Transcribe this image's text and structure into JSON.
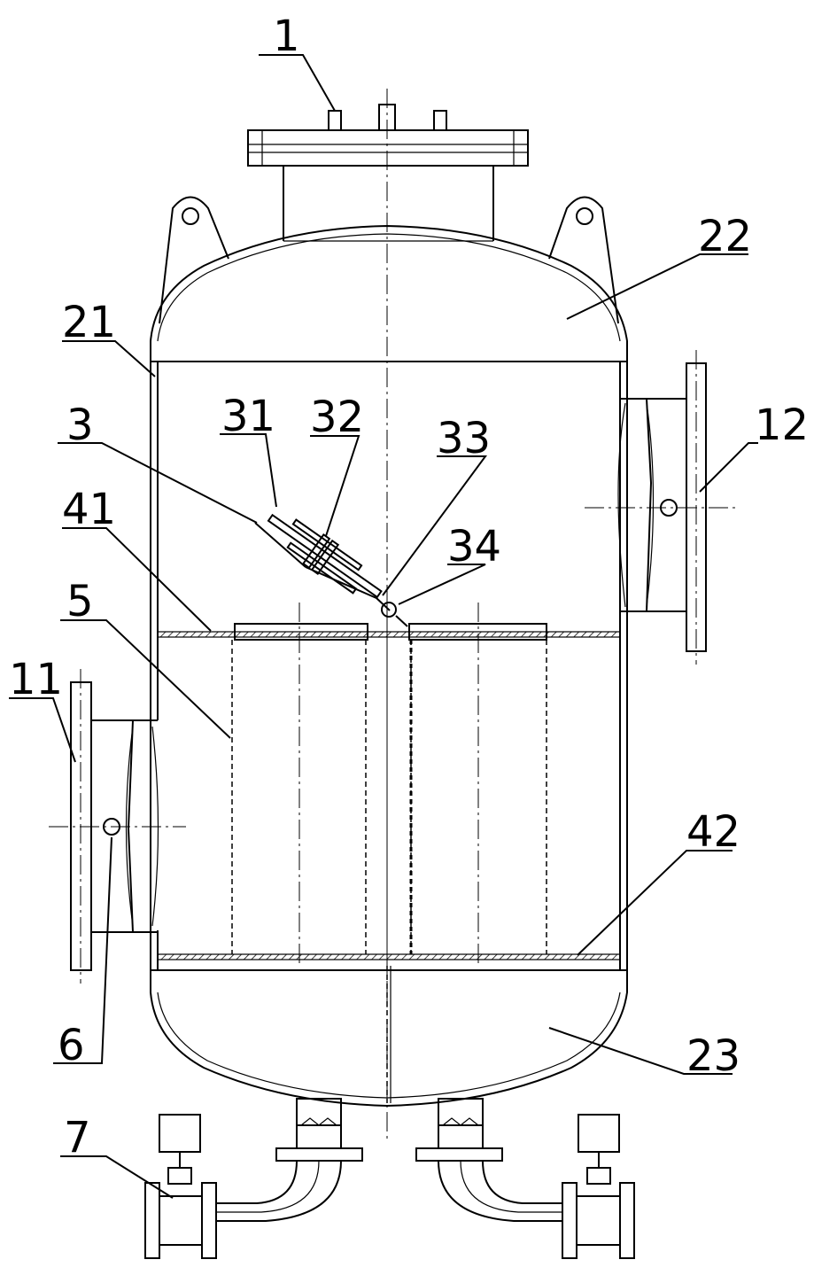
{
  "labels": {
    "l1": "1",
    "l22": "22",
    "l21": "21",
    "l31": "31",
    "l32": "32",
    "l3": "3",
    "l33": "33",
    "l12": "12",
    "l41": "41",
    "l34": "34",
    "l5": "5",
    "l11": "11",
    "l42": "42",
    "l6": "6",
    "l23": "23",
    "l7": "7"
  }
}
